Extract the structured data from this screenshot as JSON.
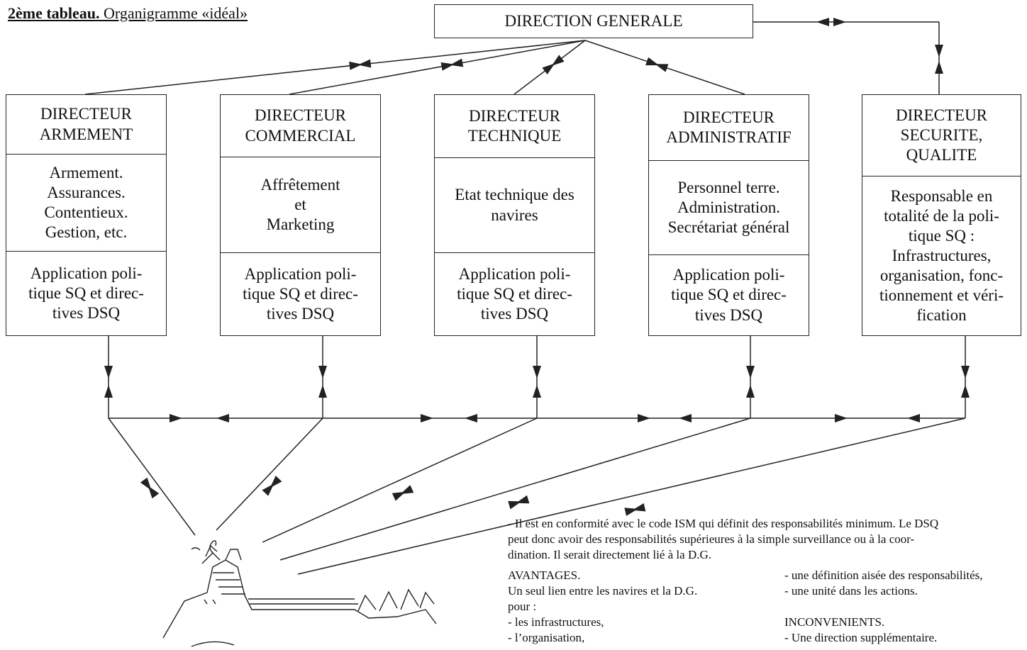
{
  "title": {
    "bold": "2ème tableau.",
    "rest": " Organigramme «idéal»"
  },
  "top_box": "DIRECTION GENERALE",
  "directors": [
    {
      "header": "DIRECTEUR\nARMEMENT",
      "duties": "Armement.\nAssurances.\nContentieux.\nGestion, etc.",
      "application": "Application poli-\ntique SQ et direc-\ntives DSQ"
    },
    {
      "header": "DIRECTEUR\nCOMMERCIAL",
      "duties": "Affrêtement\net\nMarketing",
      "application": "Application poli-\ntique SQ et direc-\ntives DSQ"
    },
    {
      "header": "DIRECTEUR\nTECHNIQUE",
      "duties": "Etat technique des\nnavires",
      "application": "Application poli-\ntique SQ et direc-\ntives DSQ"
    },
    {
      "header": "DIRECTEUR\nADMINISTRATIF",
      "duties": "Personnel terre.\nAdministration.\nSecrétariat général",
      "application": "Application poli-\ntique SQ et direc-\ntives DSQ"
    },
    {
      "header": "DIRECTEUR\nSECURITE,\nQUALITE",
      "duties": "Responsable en\ntotalité de la poli-\ntique SQ :\nInfrastructures,\norganisation, fonc-\ntionnement et véri-\nfication"
    }
  ],
  "notes": {
    "intro": [
      "- Il est en conformité avec le code ISM qui définit des responsabilités minimum. Le DSQ",
      "peut donc avoir des responsabilités supérieures à la simple surveillance ou à la coor-",
      "dination. Il serait directement lié à la D.G."
    ],
    "left": [
      "AVANTAGES.",
      "Un seul lien entre les navires et la D.G.",
      "pour :",
      "- les infrastructures,",
      "- l’organisation,"
    ],
    "right": [
      "- une définition aisée des responsabilités,",
      "- une unité dans les actions.",
      "",
      "INCONVENIENTS.",
      "- Une direction supplémentaire."
    ]
  }
}
